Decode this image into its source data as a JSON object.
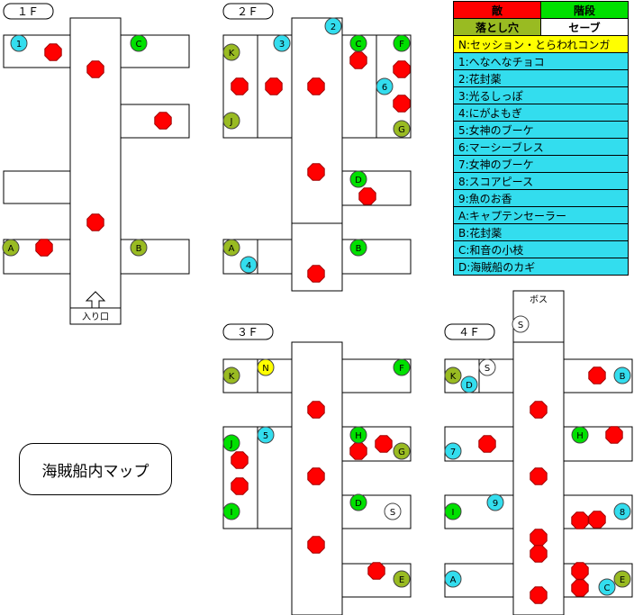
{
  "page_title": "海賊船内マップ",
  "floors": [
    {
      "id": "1f",
      "label": "１Ｆ"
    },
    {
      "id": "2f",
      "label": "２Ｆ"
    },
    {
      "id": "3f",
      "label": "３Ｆ"
    },
    {
      "id": "4f",
      "label": "４Ｆ"
    }
  ],
  "entrance_label": "入り口",
  "boss_label": "ボス",
  "legend": {
    "enemy": "敵",
    "stairs": "階段",
    "pitfall": "落とし穴",
    "save": "セーブ",
    "items": [
      "N:セッション・とらわれコンガ",
      "1:へなへなチョコ",
      "2:花封薬",
      "3:光るしっぽ",
      "4:にがよもぎ",
      "5:女神のブーケ",
      "6:マーシーブレス",
      "7:女神のブーケ",
      "8:スコアピース",
      "9:魚のお香",
      "A:キャプテンセーラー",
      "B:花封薬",
      "C:和音の小枝",
      "D:海賊船のカギ"
    ]
  },
  "colors": {
    "enemy": "#ff0000",
    "stairs": "#00e000",
    "pitfall": "#99bb22",
    "save": "#ffffff",
    "item": "#33ddee",
    "session": "#ffff00"
  },
  "markers": {
    "pitfall": [
      {
        "floor": "1F",
        "label": "A"
      },
      {
        "floor": "1F",
        "label": "B"
      },
      {
        "floor": "2F",
        "label": "K"
      },
      {
        "floor": "2F",
        "label": "J"
      },
      {
        "floor": "2F",
        "label": "G"
      },
      {
        "floor": "2F",
        "label": "A"
      },
      {
        "floor": "3F",
        "label": "K"
      },
      {
        "floor": "3F",
        "label": "G"
      },
      {
        "floor": "3F",
        "label": "E"
      },
      {
        "floor": "4F",
        "label": "K"
      },
      {
        "floor": "4F",
        "label": "E"
      }
    ],
    "stairs": [
      {
        "floor": "1F",
        "label": "C"
      },
      {
        "floor": "2F",
        "label": "C"
      },
      {
        "floor": "2F",
        "label": "F"
      },
      {
        "floor": "2F",
        "label": "D"
      },
      {
        "floor": "2F",
        "label": "B"
      },
      {
        "floor": "3F",
        "label": "F"
      },
      {
        "floor": "3F",
        "label": "J"
      },
      {
        "floor": "3F",
        "label": "H"
      },
      {
        "floor": "3F",
        "label": "I"
      },
      {
        "floor": "3F",
        "label": "D"
      },
      {
        "floor": "4F",
        "label": "H"
      },
      {
        "floor": "4F",
        "label": "I"
      }
    ],
    "items": [
      {
        "floor": "1F",
        "label": "1"
      },
      {
        "floor": "2F",
        "label": "2"
      },
      {
        "floor": "2F",
        "label": "3"
      },
      {
        "floor": "2F",
        "label": "6"
      },
      {
        "floor": "2F",
        "label": "4"
      },
      {
        "floor": "3F",
        "label": "5"
      },
      {
        "floor": "4F",
        "label": "D"
      },
      {
        "floor": "4F",
        "label": "B"
      },
      {
        "floor": "4F",
        "label": "7"
      },
      {
        "floor": "4F",
        "label": "9"
      },
      {
        "floor": "4F",
        "label": "8"
      },
      {
        "floor": "4F",
        "label": "A"
      },
      {
        "floor": "4F",
        "label": "C"
      }
    ],
    "session": [
      {
        "floor": "3F",
        "label": "N"
      }
    ],
    "save": [
      {
        "floor": "3F",
        "label": "S"
      },
      {
        "floor": "4F",
        "label": "S"
      },
      {
        "floor": "4F",
        "label": "S"
      }
    ]
  }
}
